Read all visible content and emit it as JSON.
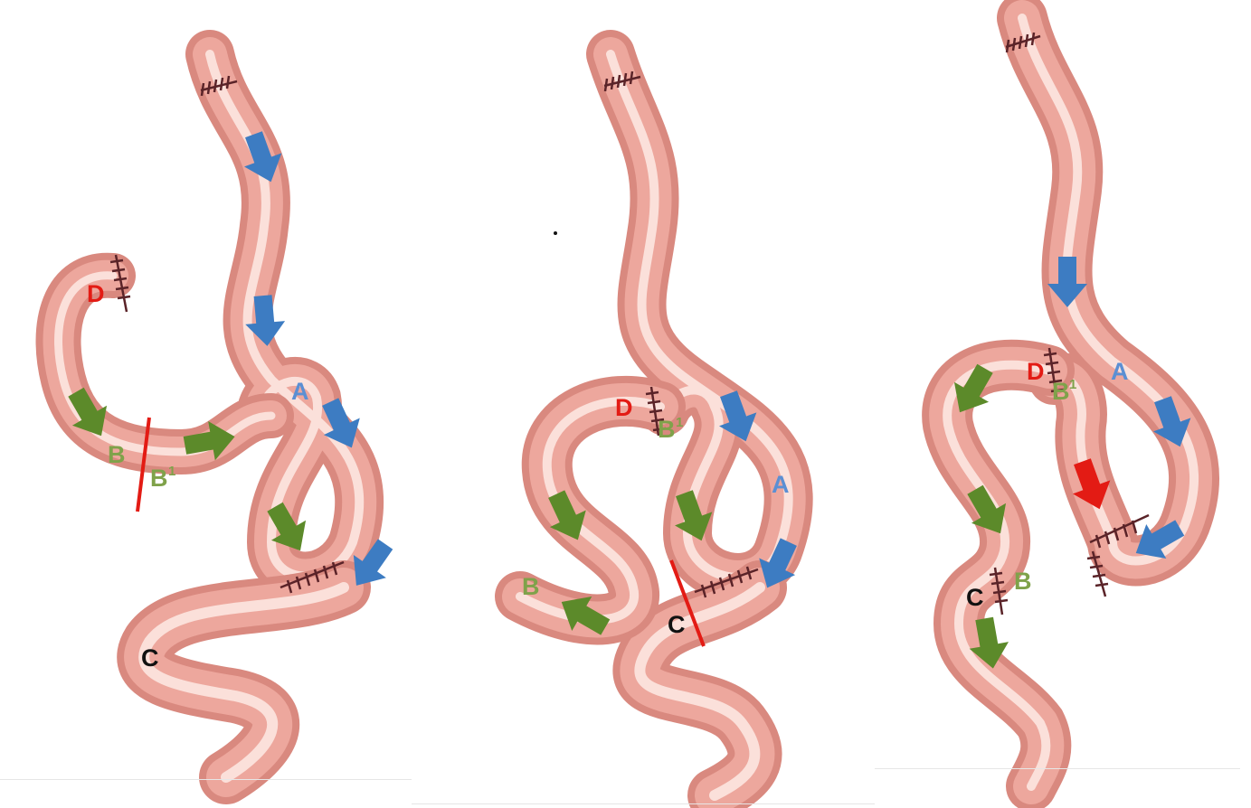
{
  "colors": {
    "bowel_outer": "#d9897f",
    "bowel_mid": "#eda79d",
    "bowel_highlight": "#fbe0da",
    "blue_arrow": "#3d7cc2",
    "green_arrow": "#5c8a2a",
    "red_arrow": "#e31b14",
    "red_label": "#e31b14",
    "blue_label": "#5b8fd3",
    "green_label": "#7fa24a",
    "black_label": "#111111",
    "suture": "#5a2328"
  },
  "legend_symbols": {
    "blue_arrow": "arrow-icon",
    "green_arrow": "arrow-icon",
    "red_arrow": "arrow-icon",
    "cut_line": "cut-line",
    "suture": "suture-icon"
  },
  "panels": [
    {
      "labels": {
        "D": "D",
        "A": "A",
        "B": "B",
        "B1": "B",
        "B1_sup": "1",
        "C": "C"
      }
    },
    {
      "labels": {
        "D": "D",
        "A": "A",
        "B": "B",
        "B1": "B",
        "B1_sup": "1",
        "C": "C"
      }
    },
    {
      "labels": {
        "D": "D",
        "A": "A",
        "B": "B",
        "B1": "B",
        "B1_sup": "1",
        "C": "C"
      }
    }
  ]
}
